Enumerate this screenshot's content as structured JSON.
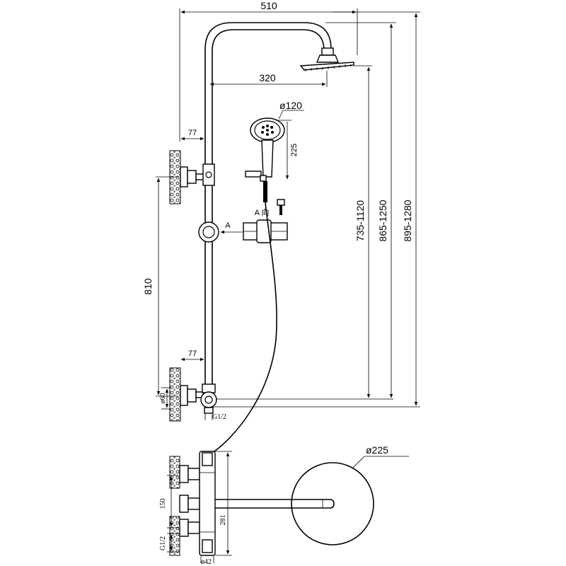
{
  "dimensions": {
    "overall_width": "510",
    "head_offset": "320",
    "handshower_dia": "ø120",
    "handshower_len": "225",
    "wall_offset_top": "77",
    "wall_offset_bottom": "77",
    "inlet_span": "810",
    "height_1": "735-1120",
    "height_2": "865-1250",
    "height_3": "895-1280",
    "pipe_dia": "ø60",
    "thread": "G1/2",
    "head_dia": "ø225",
    "valve_spacing": "150",
    "valve_height": "281",
    "valve_dia": "ø42",
    "valve_thread": "G1/2"
  },
  "labels": {
    "view_a": "A",
    "view_a_dir": "A 向"
  }
}
